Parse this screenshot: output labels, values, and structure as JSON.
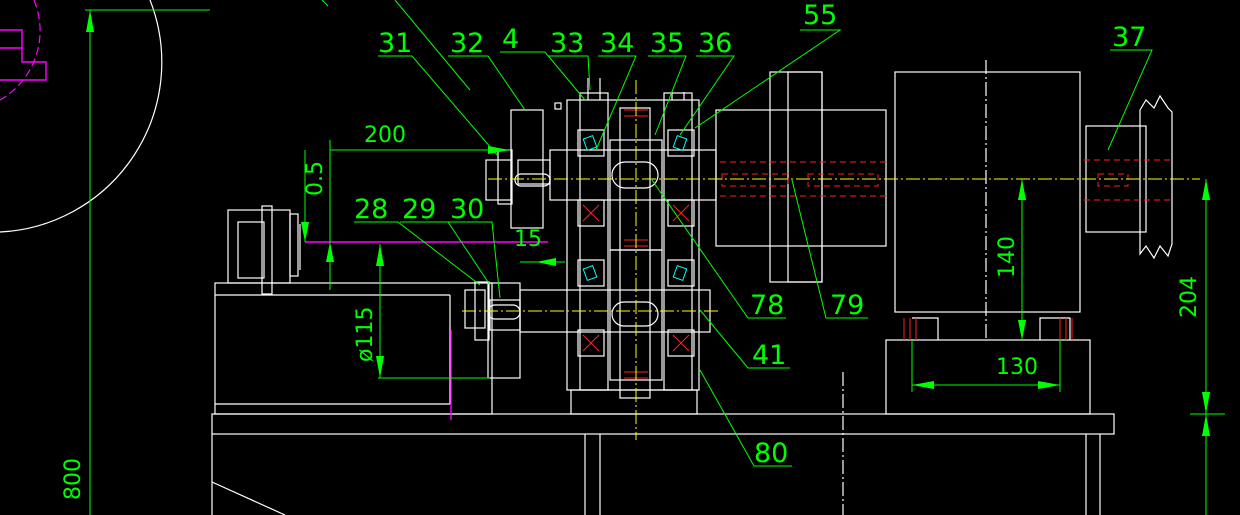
{
  "part_labels": [
    "31",
    "32",
    "4",
    "33",
    "34",
    "35",
    "36",
    "55",
    "37",
    "28",
    "29",
    "30",
    "78",
    "79",
    "41",
    "80"
  ],
  "dimensions": {
    "d_200": "200",
    "d_05": "0.5",
    "d_15": "15",
    "d_115": "ø115",
    "d_800": "800",
    "d_140": "140",
    "d_130": "130",
    "d_204": "204"
  },
  "colors": {
    "background": "#000000",
    "outline": "#ffffff",
    "dimension": "#00ff00",
    "centerline": "#ffff00",
    "hidden": "#ff2020",
    "phantom": "#ff00ff",
    "bearing": "#00ffff"
  }
}
